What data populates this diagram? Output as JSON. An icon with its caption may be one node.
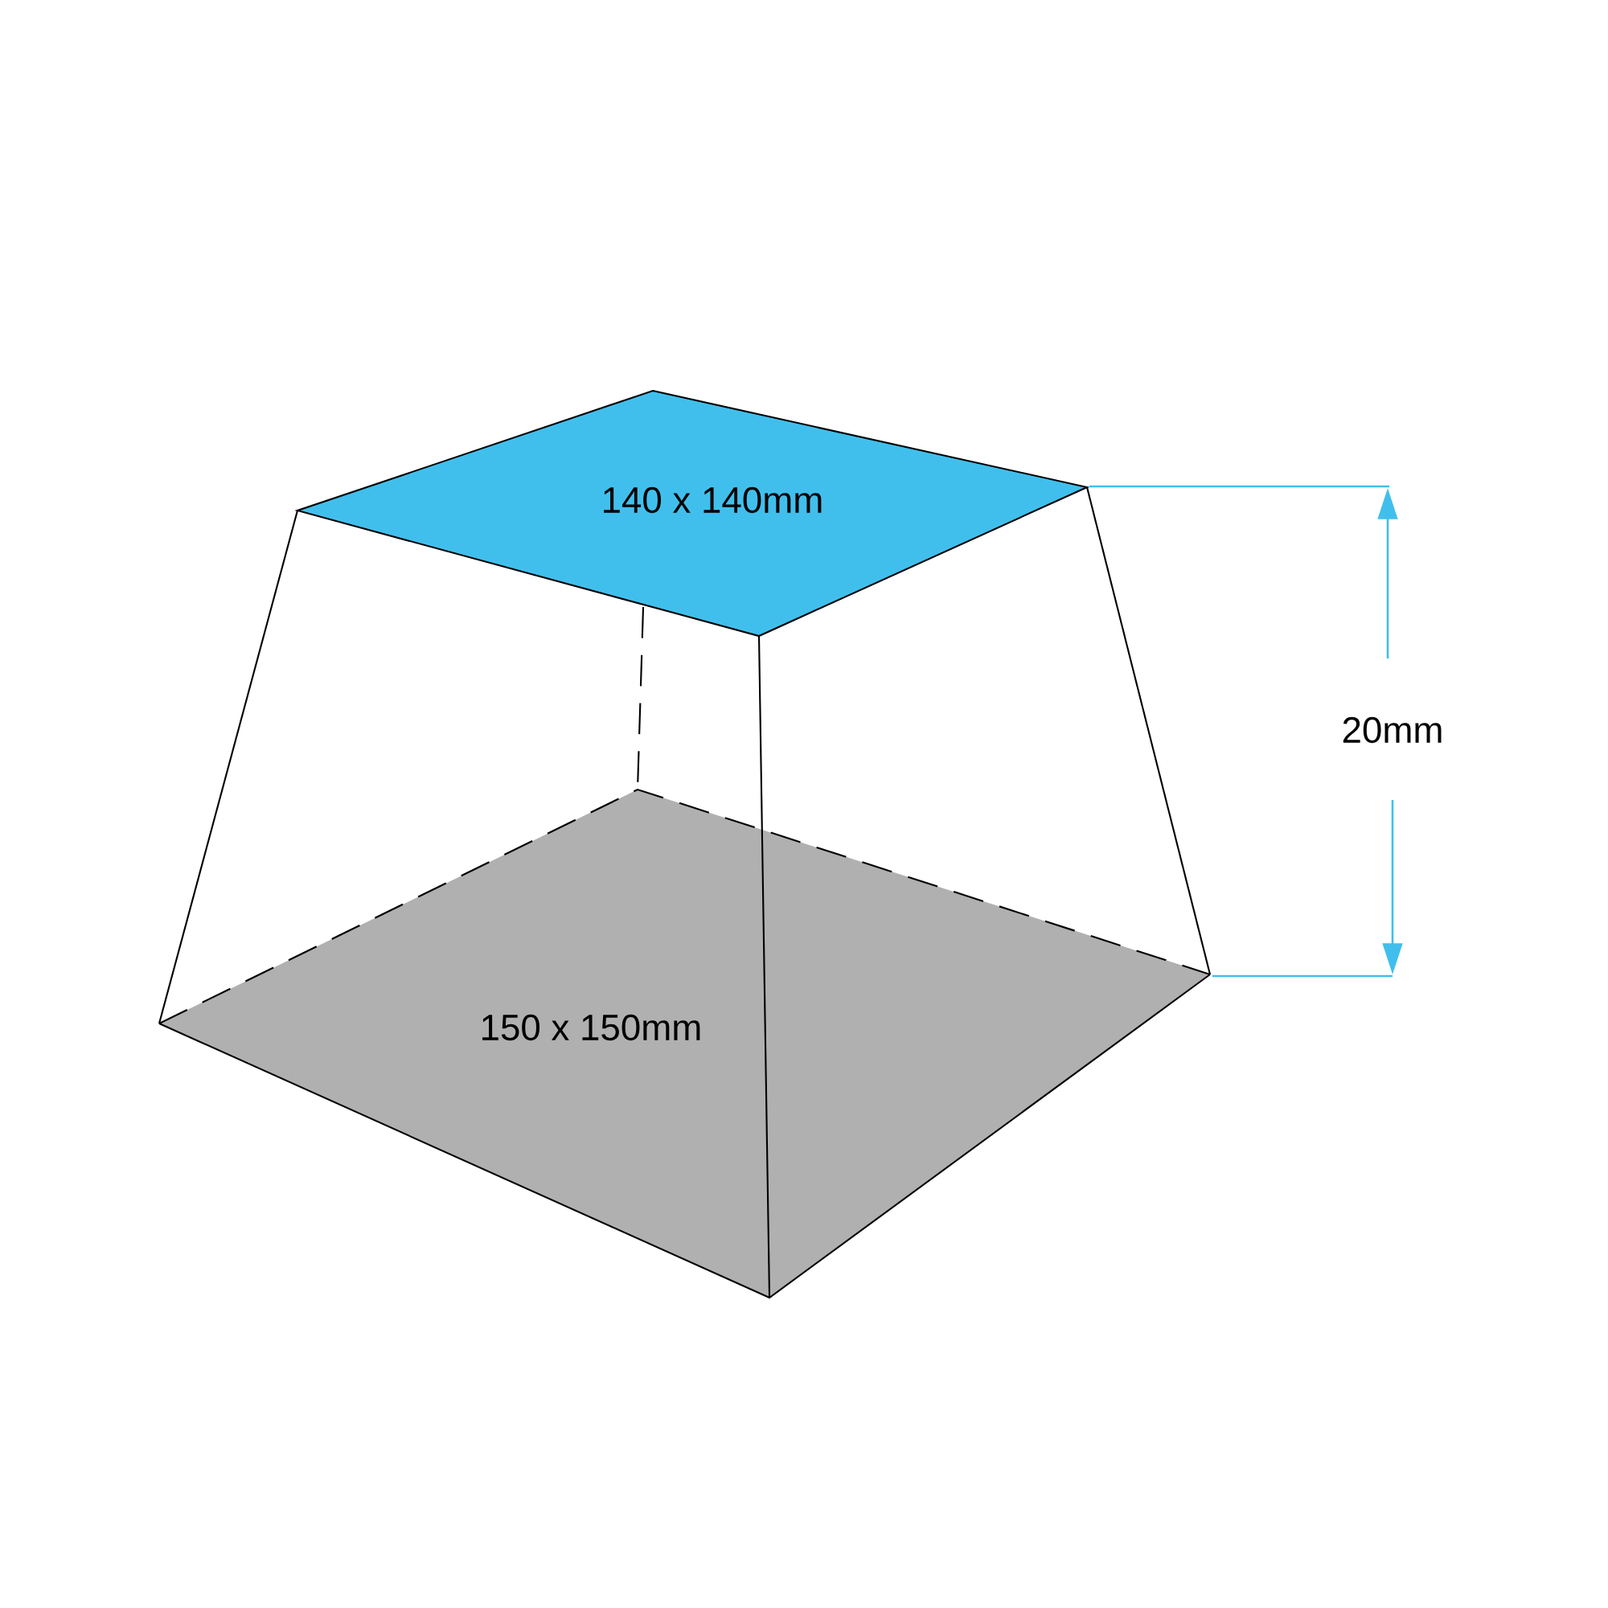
{
  "diagram": {
    "nodes": [
      {
        "text": [
          "140 x 140mm"
        ]
      },
      {
        "text": [
          "150 x 150mm"
        ]
      }
    ],
    "labels": [
      "20mm"
    ]
  }
}
